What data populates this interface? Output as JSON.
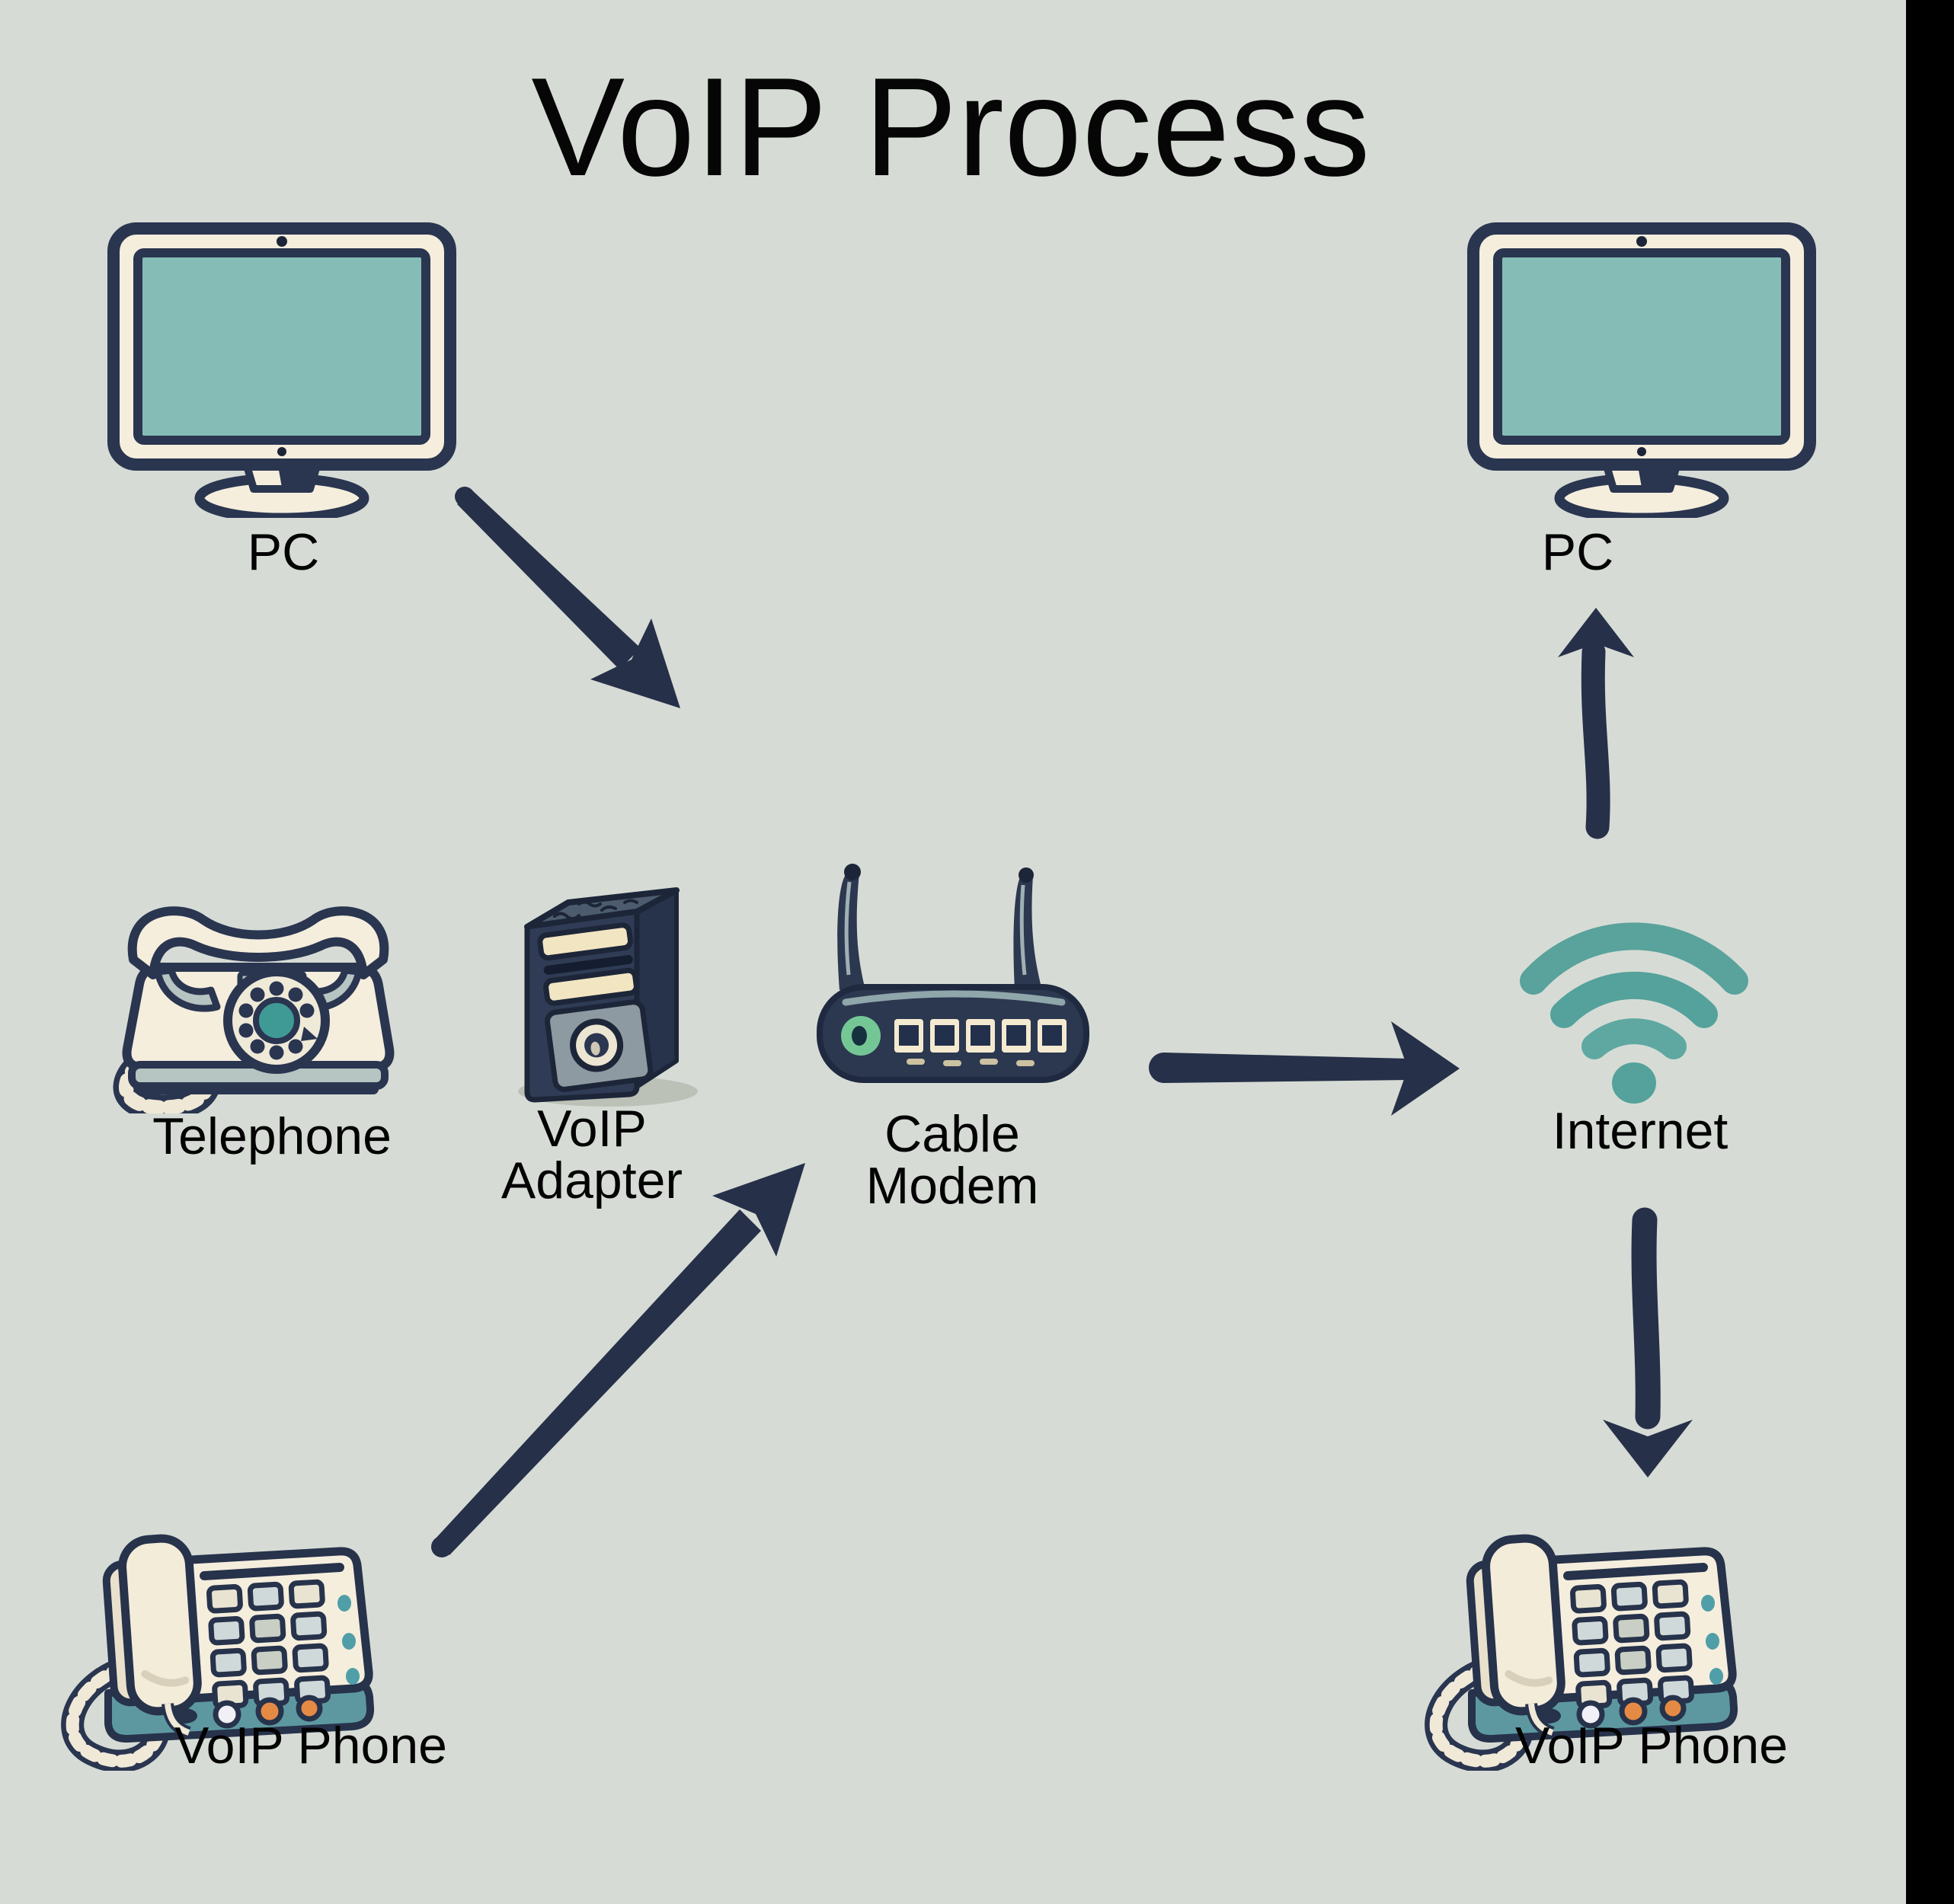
{
  "title": "VoIP Process",
  "colors": {
    "background": "#d6dcd5",
    "outline_navy": "#2a3550",
    "arrow_navy": "#273049",
    "screen_teal": "#85bdb6",
    "wifi_teal": "#5ba7a1",
    "cream": "#f5eedd",
    "phone_base_teal": "#5d98a0",
    "led_green": "#74c795",
    "accent_orange": "#e58a45",
    "letterbox": "#000000"
  },
  "nodes": {
    "pc_left": {
      "label": "PC",
      "icon": "pc-monitor-icon"
    },
    "pc_right": {
      "label": "PC",
      "icon": "pc-monitor-icon"
    },
    "telephone": {
      "label": "Telephone",
      "icon": "rotary-telephone-icon"
    },
    "voip_adapter": {
      "label_line1": "VoIP",
      "label_line2": "Adapter",
      "icon": "voip-adapter-tower-icon"
    },
    "cable_modem": {
      "label_line1": "Cable",
      "label_line2": "Modem",
      "icon": "cable-modem-router-icon"
    },
    "internet": {
      "label": "Internet",
      "icon": "wifi-icon"
    },
    "voip_phone_left": {
      "label": "VoIP Phone",
      "icon": "voip-desk-phone-icon"
    },
    "voip_phone_right": {
      "label": "VoIP Phone",
      "icon": "voip-desk-phone-icon"
    }
  },
  "edges": [
    {
      "from": "pc-left",
      "to": "cable-modem"
    },
    {
      "from": "voip-phone-left",
      "to": "cable-modem"
    },
    {
      "from": "cable-modem",
      "to": "internet"
    },
    {
      "from": "internet",
      "to": "pc-right"
    },
    {
      "from": "internet",
      "to": "voip-phone-right"
    }
  ]
}
